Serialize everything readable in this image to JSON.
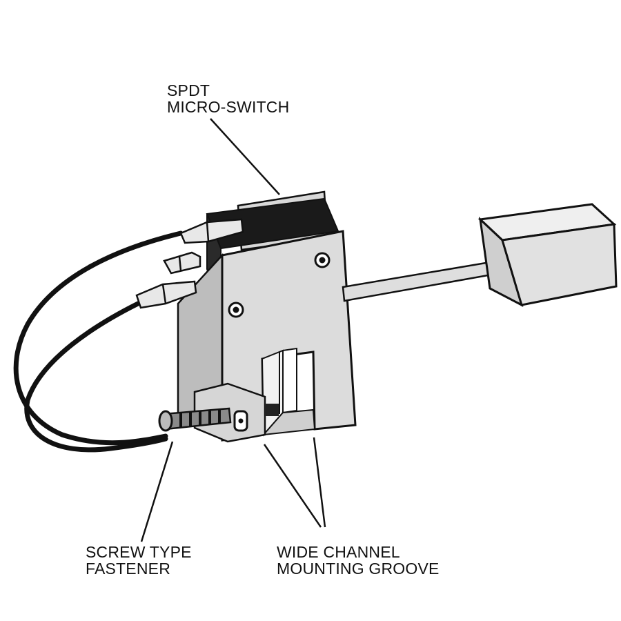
{
  "labels": {
    "switch": {
      "line1": "SPDT",
      "line2": "MICRO-SWITCH"
    },
    "screw": {
      "line1": "SCREW TYPE",
      "line2": "FASTENER"
    },
    "groove": {
      "line1": "WIDE CHANNEL",
      "line2": "MOUNTING GROOVE"
    }
  },
  "colors": {
    "ink": "#111111",
    "bracket_front": "#dcdcdc",
    "bracket_side": "#bdbdbd",
    "switch_body": "#1a1a1a",
    "paddle": "#e4e4e4"
  }
}
